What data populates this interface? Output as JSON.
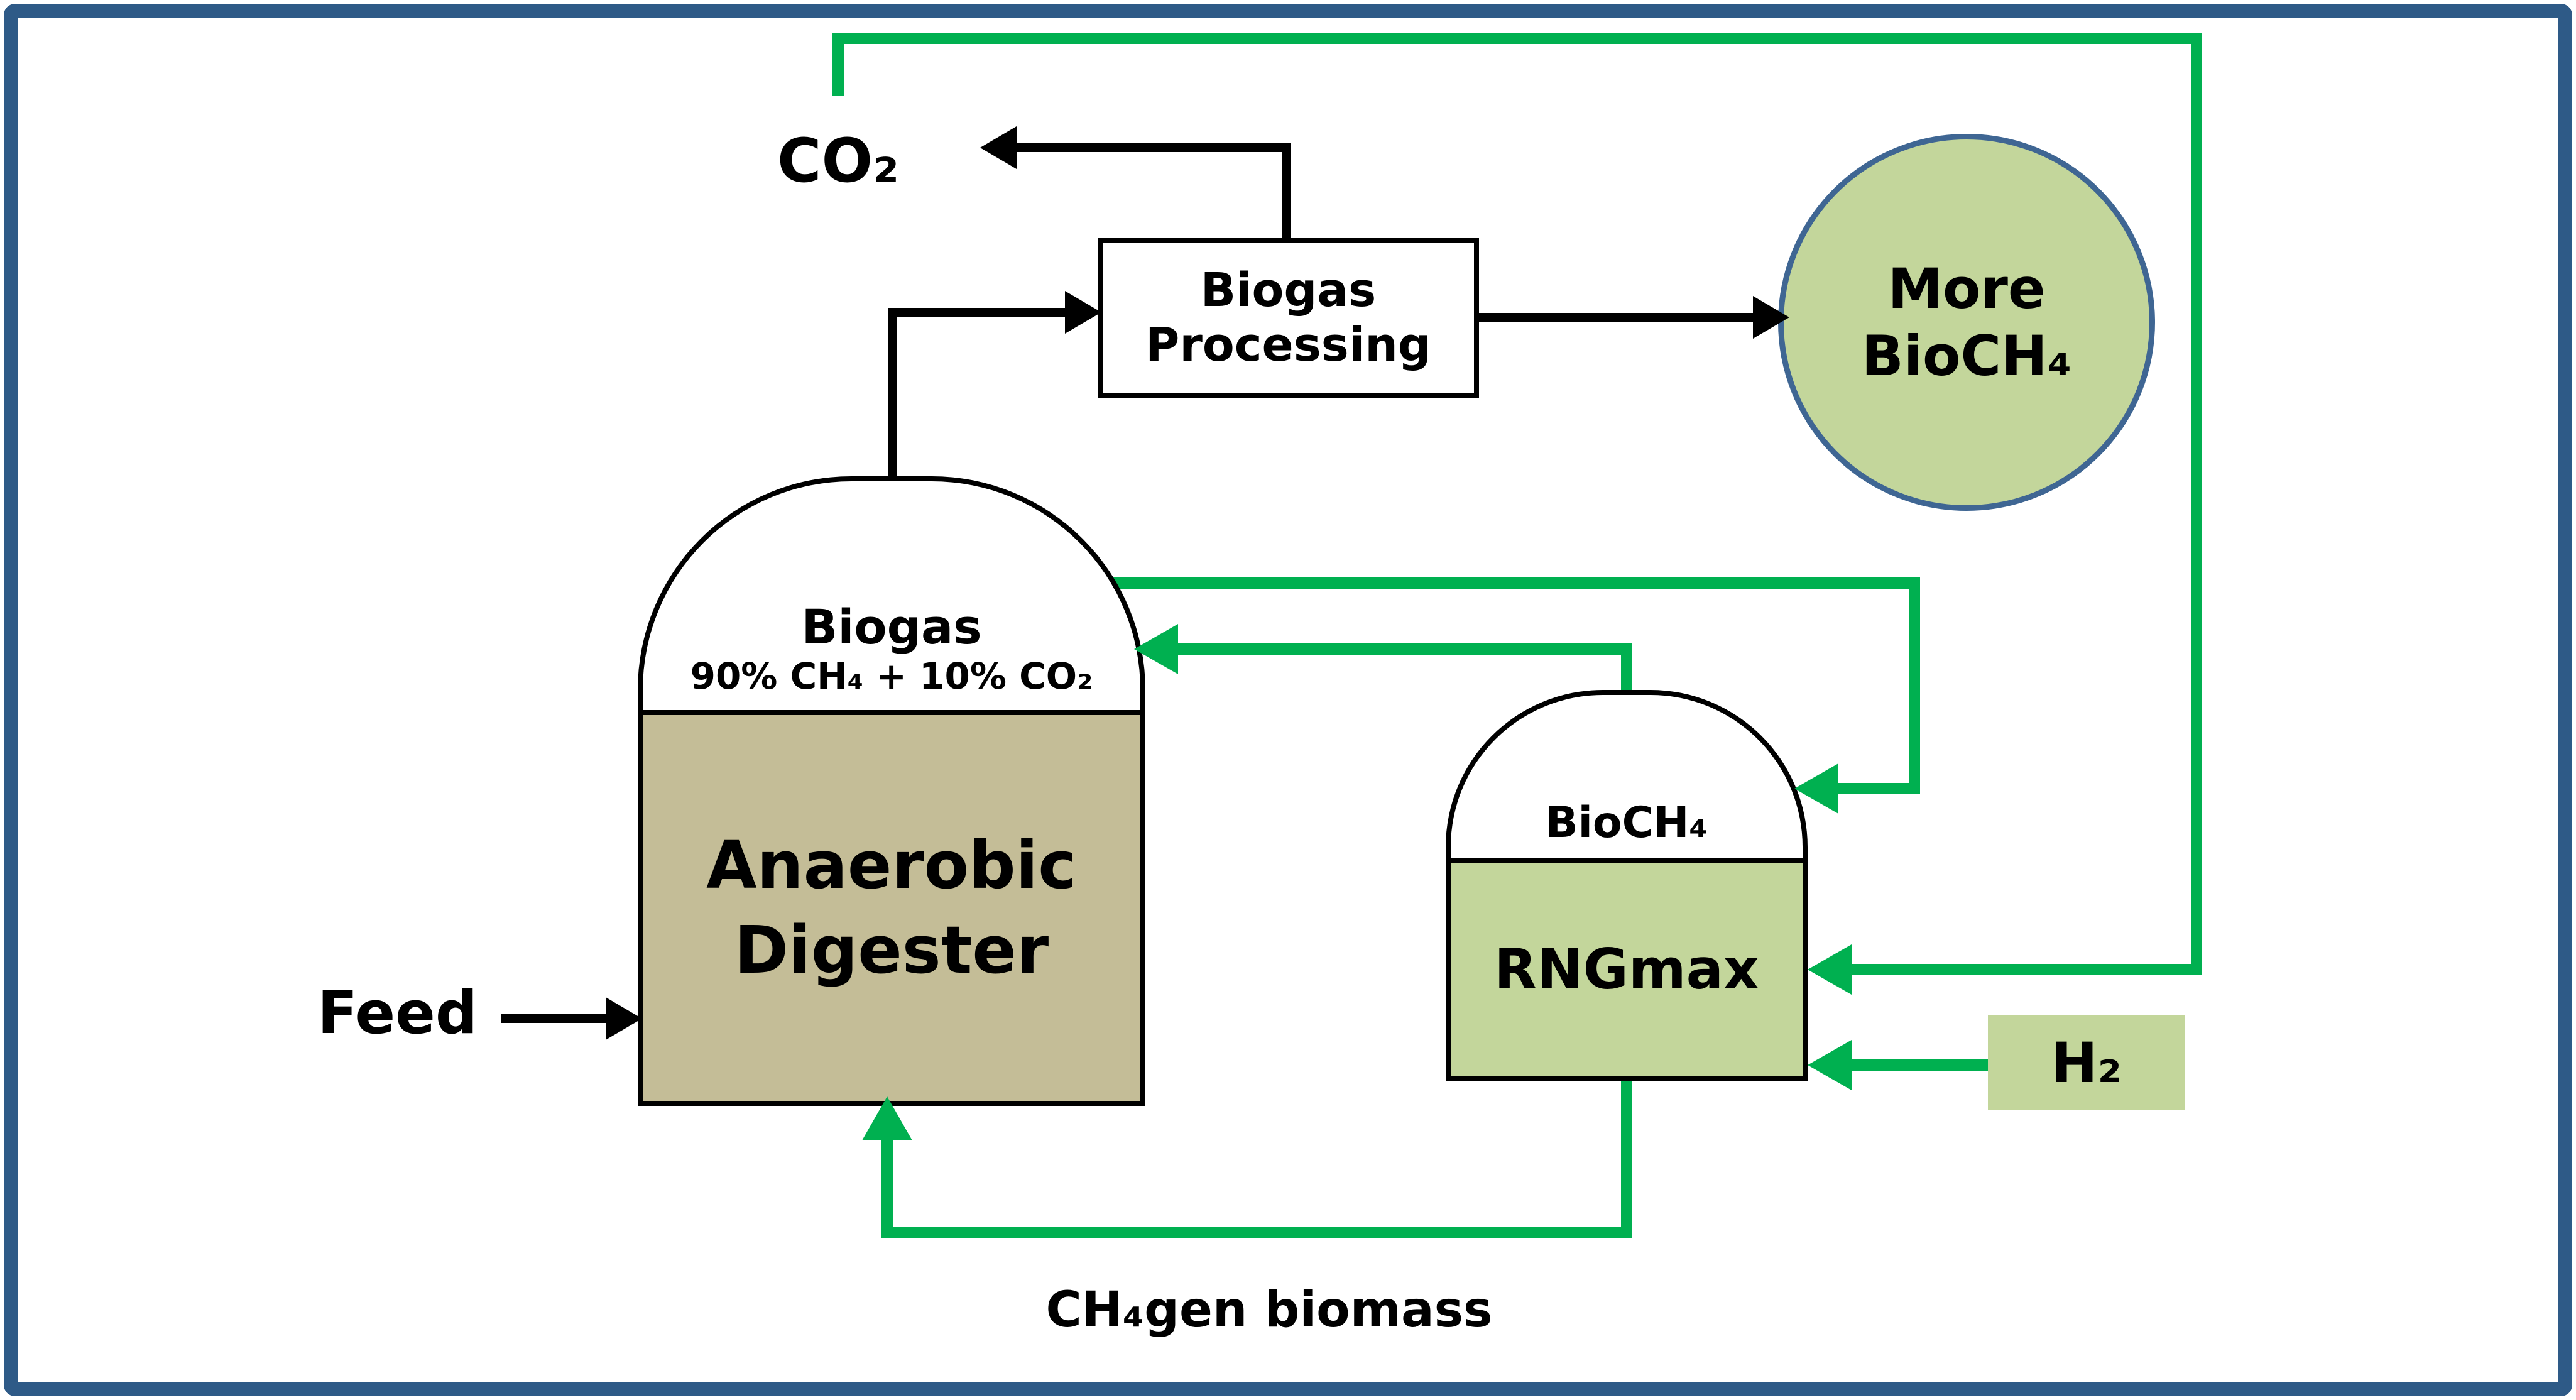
{
  "diagram": {
    "labels": {
      "co2": "CO₂",
      "feed": "Feed",
      "h2": "H₂",
      "biomass_recycle": "CH₄gen biomass",
      "processing_line1": "Biogas",
      "processing_line2": "Processing",
      "circle_line1": "More",
      "circle_line2": "BioCH₄",
      "digester_gas_title": "Biogas",
      "digester_gas_comp": "90% CH₄ + 10% CO₂",
      "digester_line1": "Anaerobic",
      "digester_line2": "Digester",
      "rng_gas": "BioCH₄",
      "rng_name": "RNGmax"
    },
    "colors": {
      "green_line": "#00B050",
      "black_line": "#000000",
      "digester_fill": "#C4BD97",
      "light_green_fill": "#C3D69B",
      "circle_stroke": "#3F6693",
      "frame_stroke": "#2E5A87"
    }
  }
}
